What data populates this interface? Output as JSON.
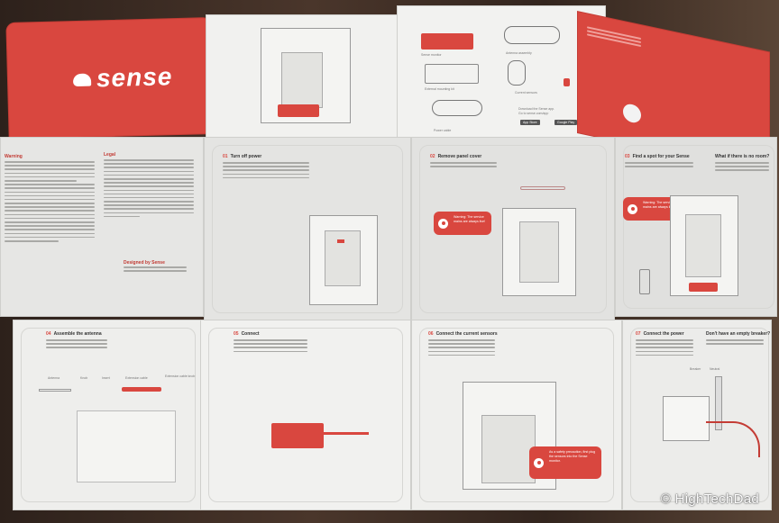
{
  "cover": {
    "brand": "sense",
    "logo_icon": "house-icon",
    "brand_color": "#d9473f"
  },
  "contents": {
    "items": [
      "Sense monitor",
      "External mounting kit",
      "Power cable",
      "Antenna assembly",
      "Current sensors"
    ],
    "download": "Download the Sense app.",
    "download_url": "Go to sense.com/app",
    "app_store": "App Store",
    "google_play": "Google Play"
  },
  "legal": {
    "warning_title": "Warning",
    "legal_title": "Legal",
    "designed_title": "Designed by Sense"
  },
  "steps": [
    {
      "num": "01",
      "title": "Turn off power"
    },
    {
      "num": "02",
      "title": "Remove panel cover",
      "callout": "Warning: The service mains are always live!"
    },
    {
      "num": "03",
      "title": "Find a spot for your Sense",
      "side_title": "What if there is no room?",
      "callout": "Warning: The service mains are always live!"
    },
    {
      "num": "04",
      "title": "Assemble the antenna",
      "parts": [
        "Antenna",
        "Knob",
        "Insert",
        "Extension cable",
        "Extension cable knob"
      ]
    },
    {
      "num": "05",
      "title": "Connect"
    },
    {
      "num": "06",
      "title": "Connect the current sensors",
      "callout": "As a safety precaution, first plug the sensors into the Sense monitor."
    },
    {
      "num": "07",
      "title": "Connect the power",
      "side_title": "Don't have an empty breaker?",
      "labels": [
        "Breaker",
        "Neutral"
      ]
    }
  ],
  "watermark": "© HighTechDad"
}
